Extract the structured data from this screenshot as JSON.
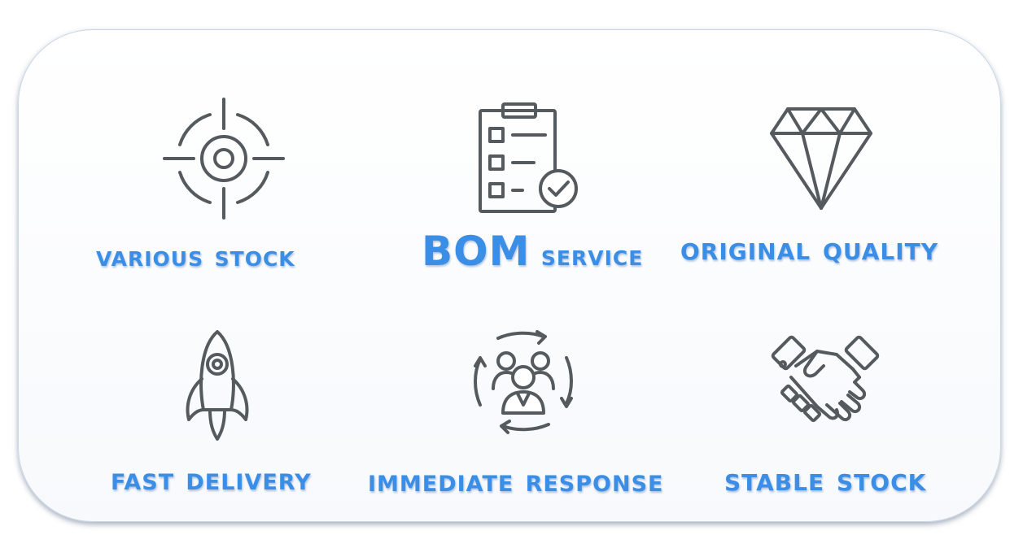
{
  "features": [
    {
      "label": "Various stock",
      "icon": "target-crosshair-icon"
    },
    {
      "label": "BOM service",
      "icon": "clipboard-checklist-icon"
    },
    {
      "label": "Original quality",
      "icon": "diamond-icon"
    },
    {
      "label": "Fast delivery",
      "icon": "rocket-icon"
    },
    {
      "label": "Immediate response",
      "icon": "team-cycle-icon"
    },
    {
      "label": "Stable stock",
      "icon": "handshake-icon"
    }
  ],
  "colors": {
    "label": "#3a8ee6",
    "icon_stroke": "#555a5e",
    "panel_border": "#c9d6e6"
  }
}
